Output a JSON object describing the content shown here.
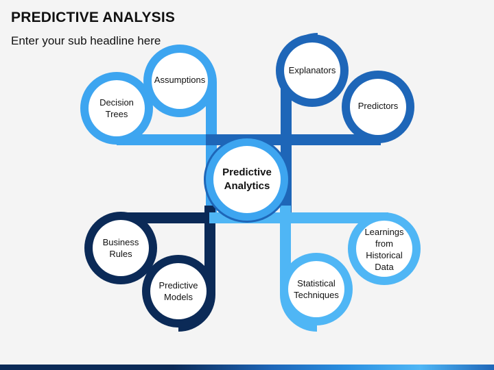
{
  "header": {
    "title": "PREDICTIVE ANALYSIS",
    "subtitle": "Enter your sub headline here"
  },
  "colors": {
    "light_blue": "#3da5f0",
    "mid_blue": "#1e66b8",
    "dark_blue": "#0b2a57",
    "sky_blue": "#4fb6f5"
  },
  "nodes": {
    "center": {
      "label_line1": "Predictive",
      "label_line2": "Analytics"
    },
    "decision_trees": {
      "line1": "Decision",
      "line2": "Trees"
    },
    "assumptions": {
      "line1": "Assumptions"
    },
    "explanators": {
      "line1": "Explanators"
    },
    "predictors": {
      "line1": "Predictors"
    },
    "business_rules": {
      "line1": "Business",
      "line2": "Rules"
    },
    "predictive_models": {
      "line1": "Predictive",
      "line2": "Models"
    },
    "statistical_techniques": {
      "line1": "Statistical",
      "line2": "Techniques"
    },
    "learnings": {
      "line1": "Learnings",
      "line2": "from",
      "line3": "Historical",
      "line4": "Data"
    }
  }
}
